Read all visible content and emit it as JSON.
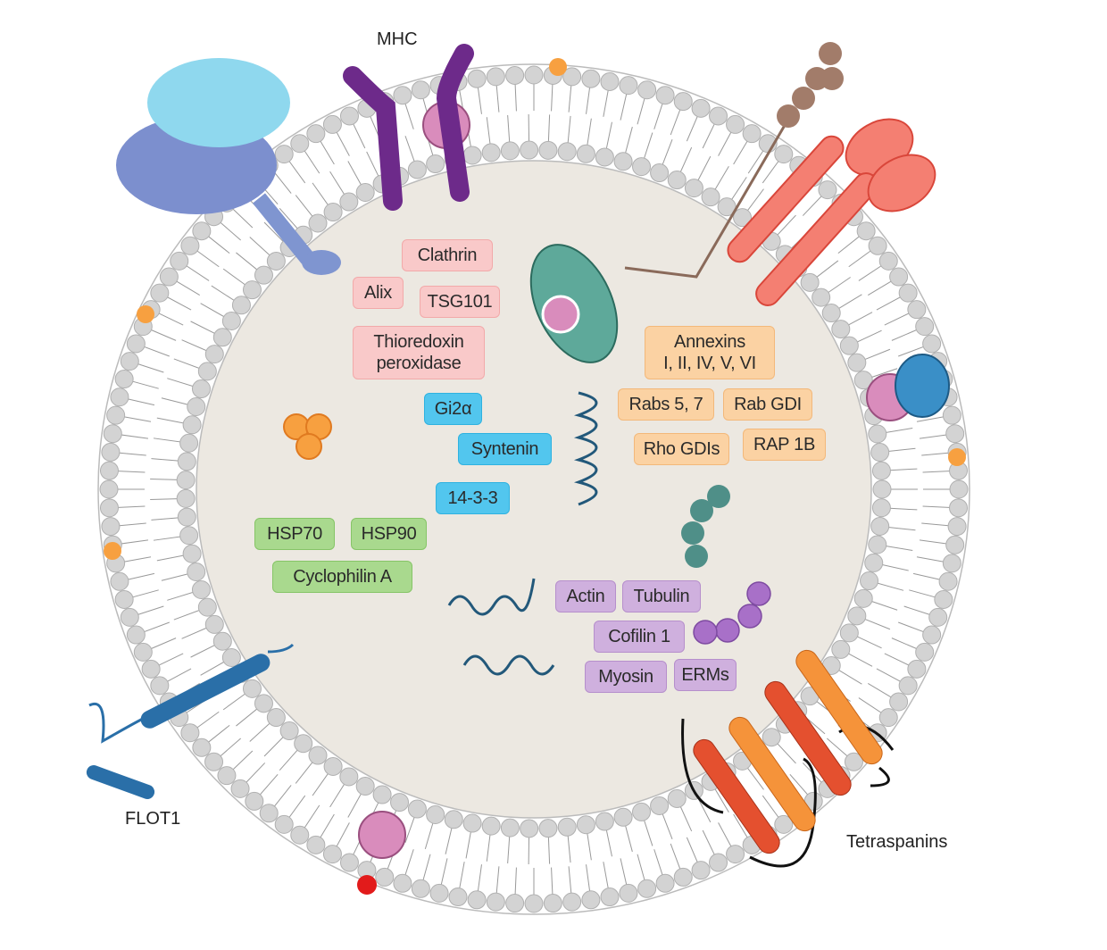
{
  "outer_labels": {
    "mhc": "MHC",
    "flot1": "FLOT1",
    "tetraspanins": "Tetraspanins"
  },
  "proteins": [
    {
      "text": "Clathrin",
      "group": "pink"
    },
    {
      "text": "Alix",
      "group": "pink"
    },
    {
      "text": "TSG101",
      "group": "pink"
    },
    {
      "text": "Thioredoxin\nperoxidase",
      "group": "pink"
    },
    {
      "text": "Gi2α",
      "group": "blue"
    },
    {
      "text": "Syntenin",
      "group": "blue"
    },
    {
      "text": "14-3-3",
      "group": "blue"
    },
    {
      "text": "HSP70",
      "group": "green"
    },
    {
      "text": "HSP90",
      "group": "green"
    },
    {
      "text": "Cyclophilin A",
      "group": "green"
    },
    {
      "text": "Annexins\nI, II, IV, V, VI",
      "group": "orange"
    },
    {
      "text": "Rabs 5, 7",
      "group": "orange"
    },
    {
      "text": "Rab GDI",
      "group": "orange"
    },
    {
      "text": "Rho GDIs",
      "group": "orange"
    },
    {
      "text": "RAP 1B",
      "group": "orange"
    },
    {
      "text": "Actin",
      "group": "purple"
    },
    {
      "text": "Tubulin",
      "group": "purple"
    },
    {
      "text": "Cofilin 1",
      "group": "purple"
    },
    {
      "text": "Myosin",
      "group": "purple"
    },
    {
      "text": "ERMs",
      "group": "purple"
    }
  ],
  "colors": {
    "lumen": "#ece8e1",
    "lipid_head": "#d3d3d3",
    "mhc": "#6d2a8a",
    "flot1": "#2a6fa8",
    "tetraspanin_red": "#e4502f",
    "tetraspanin_orange": "#f5933a",
    "receptor": "#f47f72"
  }
}
